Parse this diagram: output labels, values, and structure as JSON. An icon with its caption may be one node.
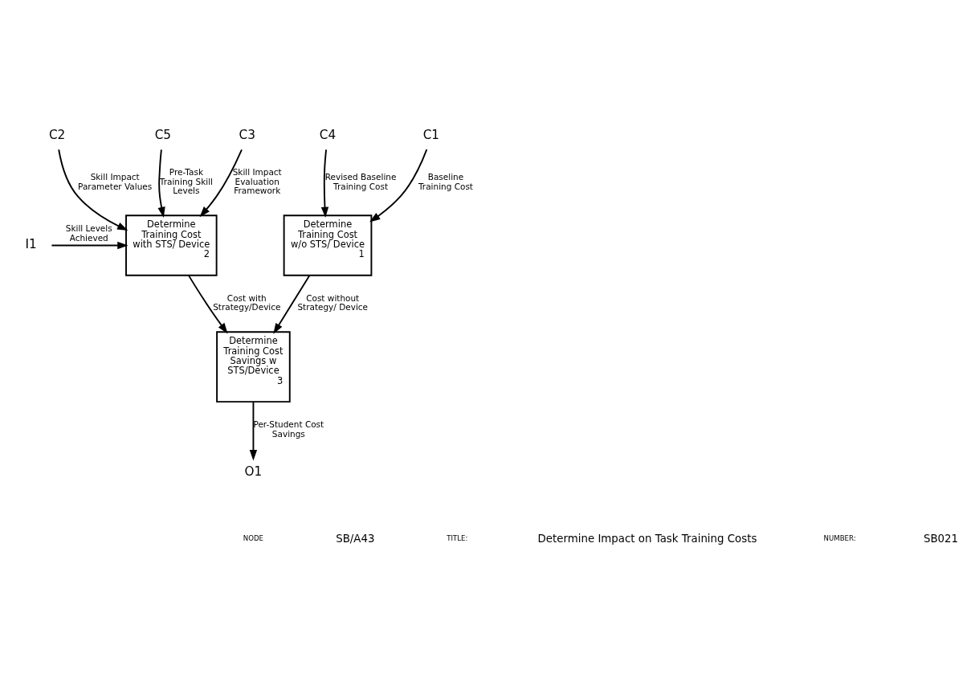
{
  "diagram": {
    "nodes": [
      {
        "text": [
          "C1"
        ]
      },
      {
        "text": [
          "C4"
        ]
      },
      {
        "text": [
          "C3"
        ]
      },
      {
        "text": [
          "C2"
        ]
      },
      {
        "text": [
          "C5"
        ]
      },
      {
        "text": [
          "I1"
        ]
      },
      {
        "text": [
          "Determine Training Cost w/o STS/ Device",
          "1"
        ]
      },
      {
        "text": [
          "Determine Training Cost with STS/ Device",
          "2"
        ]
      },
      {
        "text": [
          "Determine Training Cost Savings w STS/Device",
          "3"
        ]
      },
      {
        "text": [
          "O1"
        ]
      }
    ],
    "edges": [
      {
        "from": 0,
        "to": 6,
        "arrow": "to",
        "label": "Baseline Training Cost"
      },
      {
        "from": 1,
        "to": 6,
        "arrow": "to",
        "label": "Revised Baseline Training Cost"
      },
      {
        "from": 2,
        "to": 7,
        "arrow": "to",
        "label": "Skill Impact Evaluation Framework"
      },
      {
        "from": 3,
        "to": 7,
        "arrow": "to",
        "label": "Skill Impact Parameter Values"
      },
      {
        "from": 4,
        "to": 7,
        "arrow": "to",
        "label": "Pre-Task Training Skill Levels"
      },
      {
        "from": 5,
        "to": 7,
        "arrow": "to",
        "label": "Skill Levels Achieved"
      },
      {
        "from": 6,
        "to": 8,
        "arrow": "to",
        "label": "Cost without Strategy/ Device"
      },
      {
        "from": 7,
        "to": 8,
        "arrow": "to",
        "label": "Cost with Strategy/Device"
      },
      {
        "from": 8,
        "to": 9,
        "arrow": "to",
        "label": "Per-Student Cost Savings"
      }
    ],
    "labels": [
      "NODE",
      "SB/A43",
      "TITLE:",
      "Determine Impact on Task Training Costs",
      "NUMBER:",
      "SB021"
    ]
  }
}
